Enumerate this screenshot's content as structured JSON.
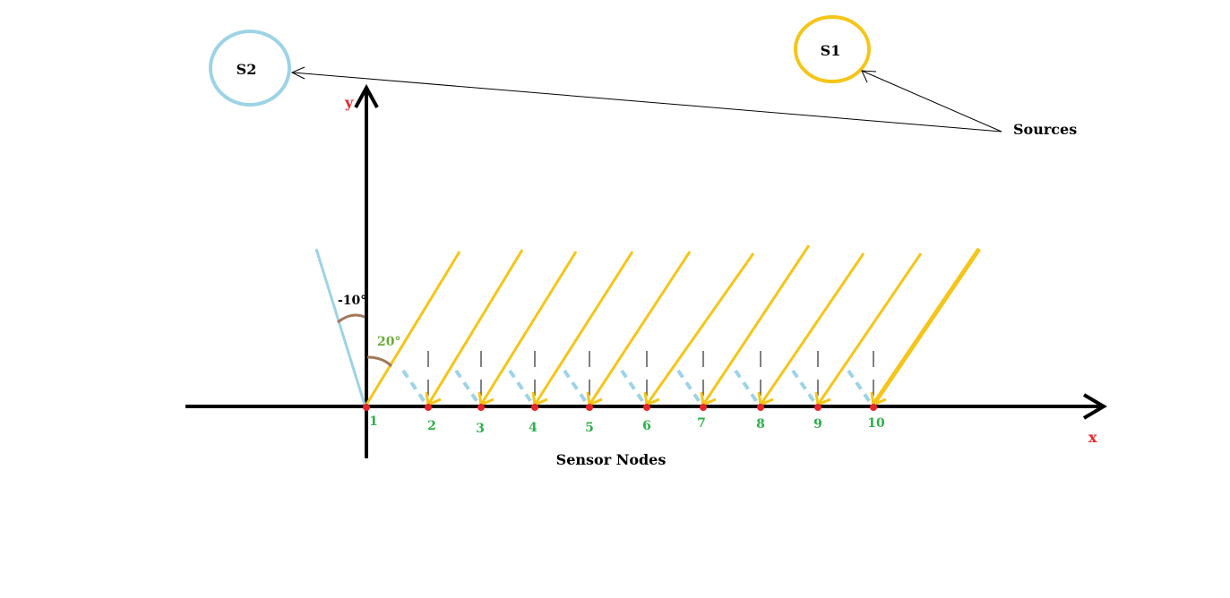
{
  "sources": [
    {
      "label": "S1",
      "color": "#f5c518"
    },
    {
      "label": "S2",
      "color": "#9dd3e6"
    }
  ],
  "sources_label": "Sources",
  "axes": {
    "x_label": "x",
    "y_label": "y",
    "axis_label_color": "#e8262a"
  },
  "angles": [
    {
      "label": "-10°",
      "color": "#000000"
    },
    {
      "label": "20°",
      "color": "#6aaa3a"
    }
  ],
  "sensor_nodes": [
    "1",
    "2",
    "3",
    "4",
    "5",
    "6",
    "7",
    "8",
    "9",
    "10"
  ],
  "sensor_node_color": "#2bb04a",
  "sensor_nodes_label": "Sensor Nodes",
  "colors": {
    "yellow_ray": "#f5c518",
    "blue_ray": "#9dd3e6",
    "arc": "#a0785a",
    "node_dot": "#e8262a"
  }
}
